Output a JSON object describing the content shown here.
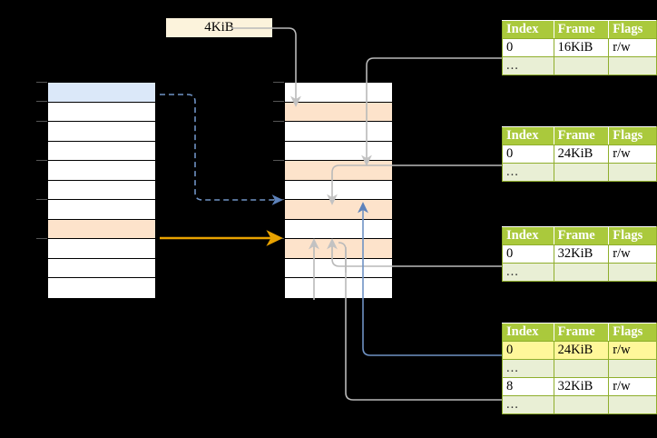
{
  "page_size_label": {
    "text": "4KiB"
  },
  "colors": {
    "background": "#000000",
    "table_header_bg": "#aac93c",
    "table_dots_bg": "#e9efd5",
    "table_border": "#8fae2c",
    "highlight_cell": "#fff79a",
    "cell_blue": "#dbe8f9",
    "cell_peach": "#fde3cb",
    "label_bg": "#fcf3dc",
    "arrow_orange": "#e8a200",
    "arrow_blue": "#6f92c4",
    "arrow_gray": "#b9b9b9"
  },
  "virtual_column": {
    "name": "virtual-address-space",
    "row_count": 11,
    "rows": [
      {
        "index": 0,
        "fill": "blue"
      },
      {
        "index": 1,
        "fill": "white"
      },
      {
        "index": 2,
        "fill": "white"
      },
      {
        "index": 3,
        "fill": "white"
      },
      {
        "index": 4,
        "fill": "white"
      },
      {
        "index": 5,
        "fill": "white"
      },
      {
        "index": 6,
        "fill": "white"
      },
      {
        "index": 7,
        "fill": "peach"
      },
      {
        "index": 8,
        "fill": "white"
      },
      {
        "index": 9,
        "fill": "white"
      },
      {
        "index": 10,
        "fill": "white"
      }
    ]
  },
  "physical_column": {
    "name": "physical-memory",
    "row_count": 11,
    "rows": [
      {
        "index": 0,
        "fill": "white"
      },
      {
        "index": 1,
        "fill": "peach"
      },
      {
        "index": 2,
        "fill": "white"
      },
      {
        "index": 3,
        "fill": "white"
      },
      {
        "index": 4,
        "fill": "peach"
      },
      {
        "index": 5,
        "fill": "white"
      },
      {
        "index": 6,
        "fill": "peach"
      },
      {
        "index": 7,
        "fill": "white"
      },
      {
        "index": 8,
        "fill": "peach"
      },
      {
        "index": 9,
        "fill": "white"
      },
      {
        "index": 10,
        "fill": "white"
      }
    ]
  },
  "tables": [
    {
      "id": "page-table-1",
      "headers": [
        "Index",
        "Frame",
        "Flags"
      ],
      "rows": [
        {
          "type": "data",
          "cells": [
            "0",
            "16KiB",
            "r/w"
          ],
          "highlight": [
            false,
            false,
            false
          ]
        },
        {
          "type": "dots",
          "cells": [
            "...",
            "",
            ""
          ]
        }
      ]
    },
    {
      "id": "page-table-2",
      "headers": [
        "Index",
        "Frame",
        "Flags"
      ],
      "rows": [
        {
          "type": "data",
          "cells": [
            "0",
            "24KiB",
            "r/w"
          ],
          "highlight": [
            false,
            false,
            false
          ]
        },
        {
          "type": "dots",
          "cells": [
            "...",
            "",
            ""
          ]
        }
      ]
    },
    {
      "id": "page-table-3",
      "headers": [
        "Index",
        "Frame",
        "Flags"
      ],
      "rows": [
        {
          "type": "data",
          "cells": [
            "0",
            "32KiB",
            "r/w"
          ],
          "highlight": [
            false,
            false,
            false
          ]
        },
        {
          "type": "dots",
          "cells": [
            "...",
            "",
            ""
          ]
        }
      ]
    },
    {
      "id": "page-table-4",
      "headers": [
        "Index",
        "Frame",
        "Flags"
      ],
      "rows": [
        {
          "type": "data",
          "cells": [
            "0",
            "24KiB",
            "r/w"
          ],
          "highlight": [
            true,
            true,
            true
          ]
        },
        {
          "type": "dots",
          "cells": [
            "...",
            "",
            ""
          ]
        },
        {
          "type": "data",
          "cells": [
            "8",
            "32KiB",
            "r/w"
          ],
          "highlight": [
            false,
            false,
            false
          ]
        },
        {
          "type": "dots",
          "cells": [
            "...",
            "",
            ""
          ]
        }
      ]
    }
  ]
}
